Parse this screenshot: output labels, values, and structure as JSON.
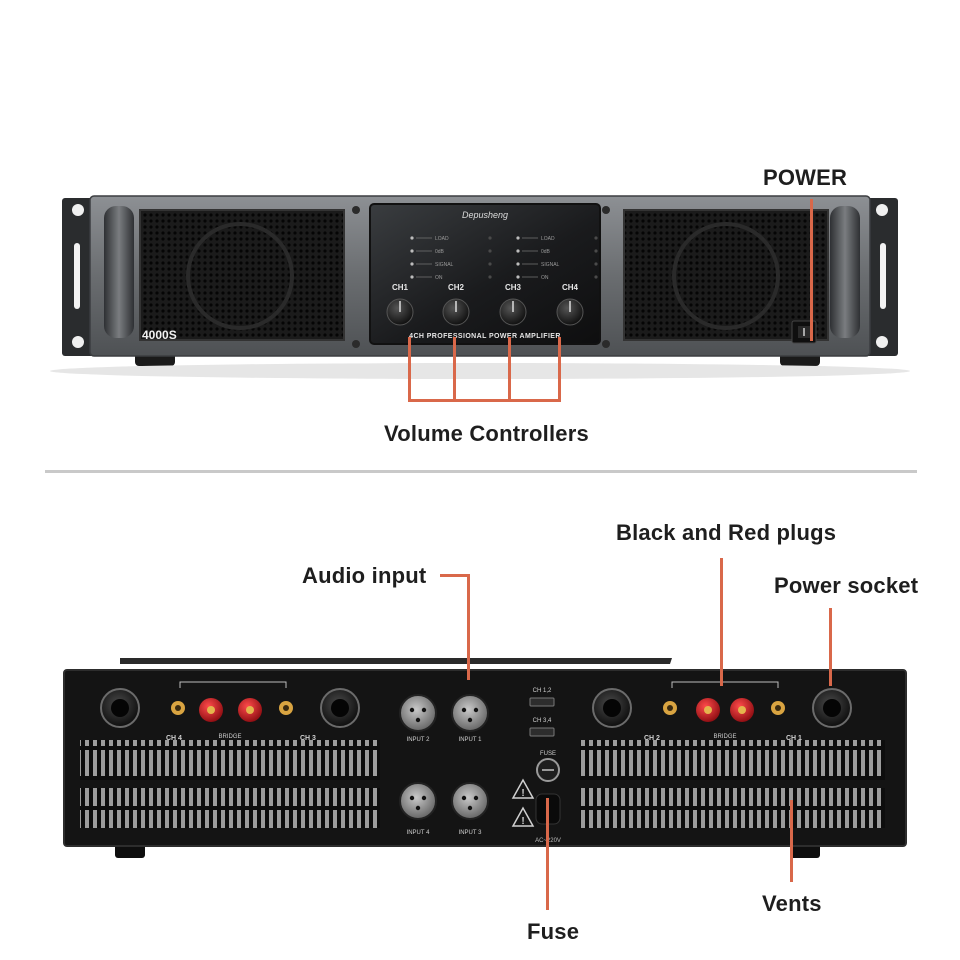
{
  "front_panel": {
    "brand": "Depusheng",
    "model": "4000S",
    "panel_caption": "4CH PROFESSIONAL POWER AMPLIFIER",
    "channels": [
      "CH1",
      "CH2",
      "CH3",
      "CH4"
    ],
    "indicators": [
      "LOAD",
      "0dB",
      "SIGNAL",
      "ON"
    ]
  },
  "rear_panel": {
    "speakon_labels": [
      "CH 4",
      "CH 3",
      "CH 2",
      "CH 1"
    ],
    "bridge_label": "BRIDGE",
    "input_labels": [
      "INPUT 2",
      "INPUT 1",
      "INPUT 4",
      "INPUT 3"
    ],
    "mode_labels": [
      "CH 1,2",
      "CH 3,4"
    ],
    "fuse_label": "FUSE",
    "mains_label": "AC~220V"
  },
  "callouts": {
    "power": "POWER",
    "volume_controllers": "Volume Controllers",
    "black_red_plugs": "Black and Red plugs",
    "audio_input": "Audio input",
    "power_socket": "Power socket",
    "vents": "Vents",
    "fuse": "Fuse"
  },
  "colors": {
    "leader_line": "#d9684a",
    "chassis_front": "#6d7073",
    "chassis_rear": "#141414",
    "binding_post_red": "#c8141c"
  }
}
